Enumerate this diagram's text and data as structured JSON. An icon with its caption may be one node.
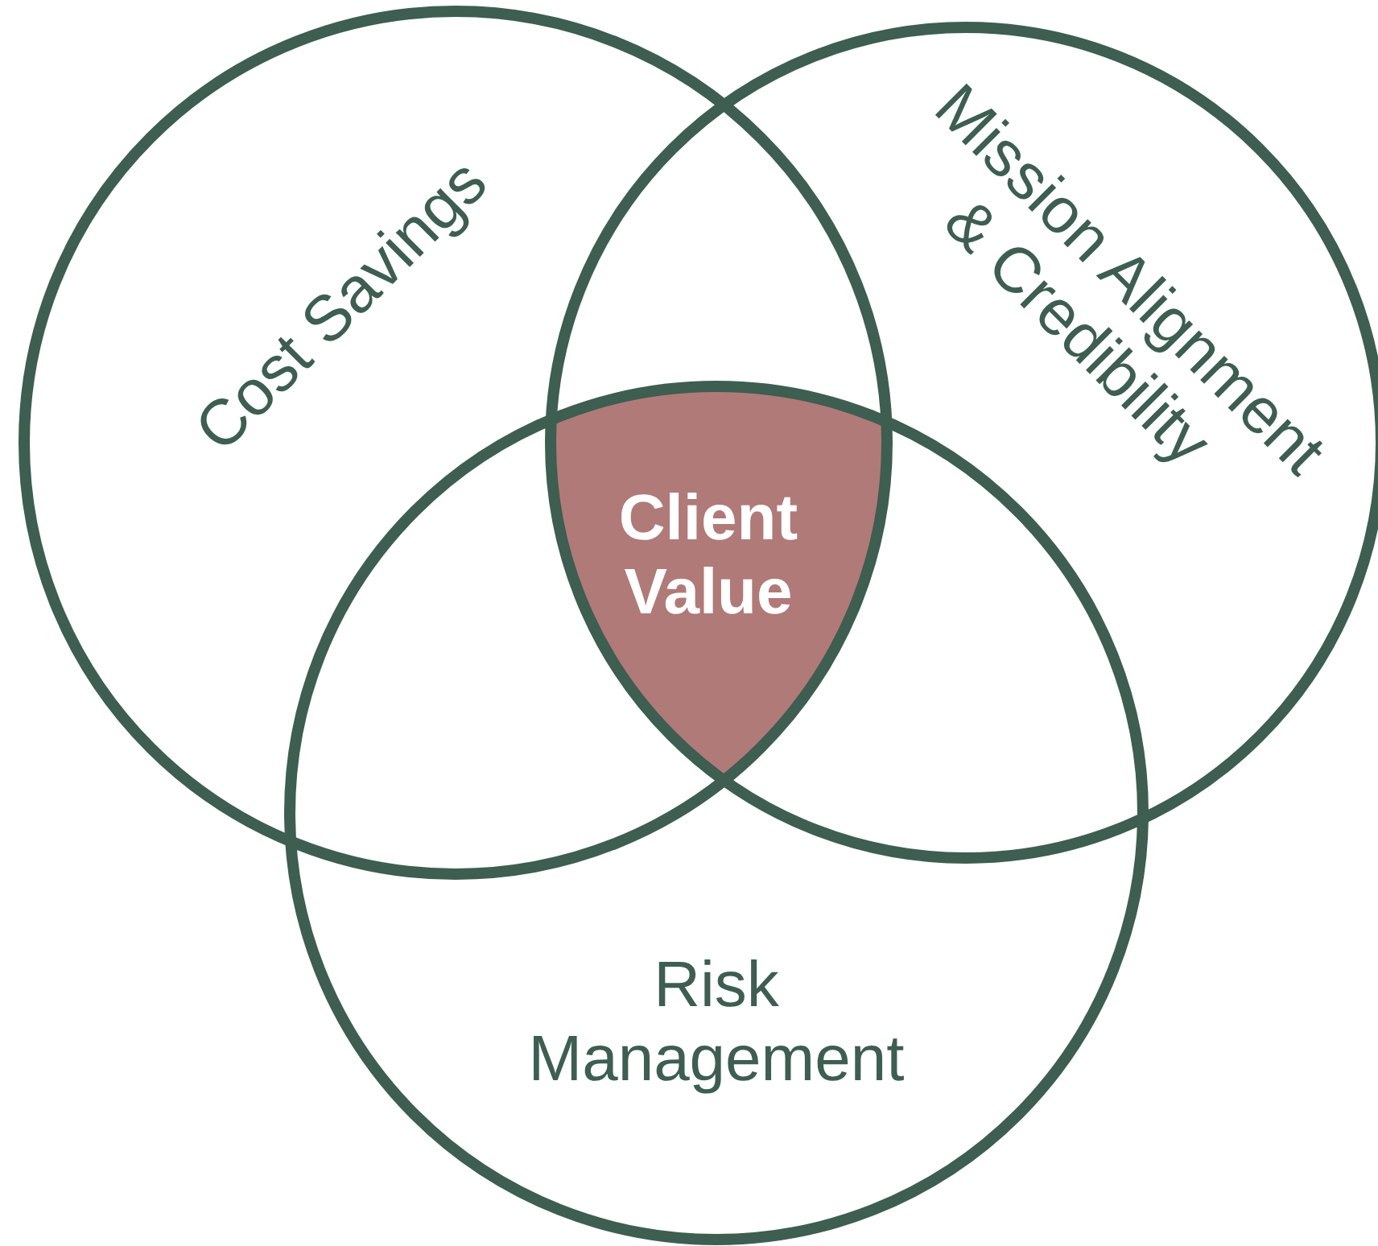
{
  "diagram": {
    "nodes": [
      {
        "text": [
          "Cost Savings"
        ]
      },
      {
        "text": [
          "Mission Alignment & Credibility"
        ]
      },
      {
        "text": [
          "Risk Management"
        ]
      },
      {
        "text": [
          "Client Value"
        ]
      }
    ]
  }
}
